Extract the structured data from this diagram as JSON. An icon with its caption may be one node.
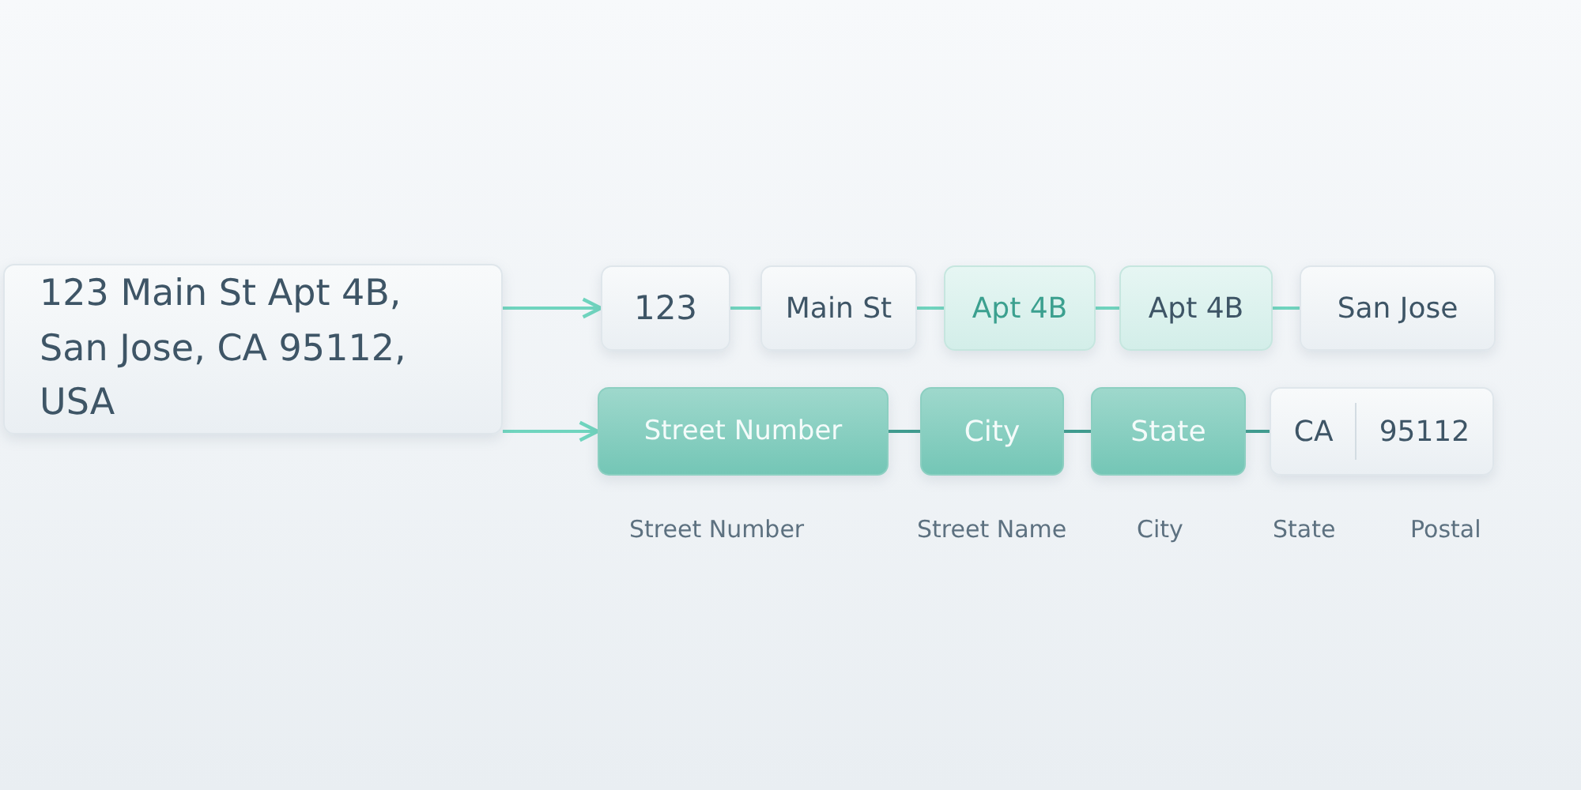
{
  "diagram": {
    "nodes": [
      {
        "text": [
          "123 Main St Apt 4B, San Jose, CA 95112, USA"
        ]
      },
      {
        "text": [
          "123"
        ]
      },
      {
        "text": [
          "Main St"
        ]
      },
      {
        "text": [
          "Apt 4B"
        ]
      },
      {
        "text": [
          "Apt 4B"
        ]
      },
      {
        "text": [
          "San Jose"
        ]
      },
      {
        "text": [
          "Street Number"
        ]
      },
      {
        "text": [
          "City"
        ]
      },
      {
        "text": [
          "State"
        ]
      },
      {
        "text": [
          "CA",
          "95112"
        ]
      }
    ],
    "edges": [
      {
        "from": 0,
        "to": 1,
        "arrow": "to"
      },
      {
        "from": 0,
        "to": 6,
        "arrow": "to"
      },
      {
        "from": 1,
        "to": 2,
        "arrow": "none"
      },
      {
        "from": 2,
        "to": 3,
        "arrow": "none"
      },
      {
        "from": 3,
        "to": 4,
        "arrow": "none"
      },
      {
        "from": 4,
        "to": 5,
        "arrow": "none"
      },
      {
        "from": 6,
        "to": 7,
        "arrow": "none",
        "color": "#3f9c8f"
      },
      {
        "from": 7,
        "to": 8,
        "arrow": "none",
        "color": "#3f9c8f"
      },
      {
        "from": 8,
        "to": 9,
        "arrow": "none",
        "color": "#3f9c8f"
      }
    ],
    "labels": [
      "Street Number",
      "Street Name",
      "City",
      "State",
      "Postal"
    ]
  }
}
